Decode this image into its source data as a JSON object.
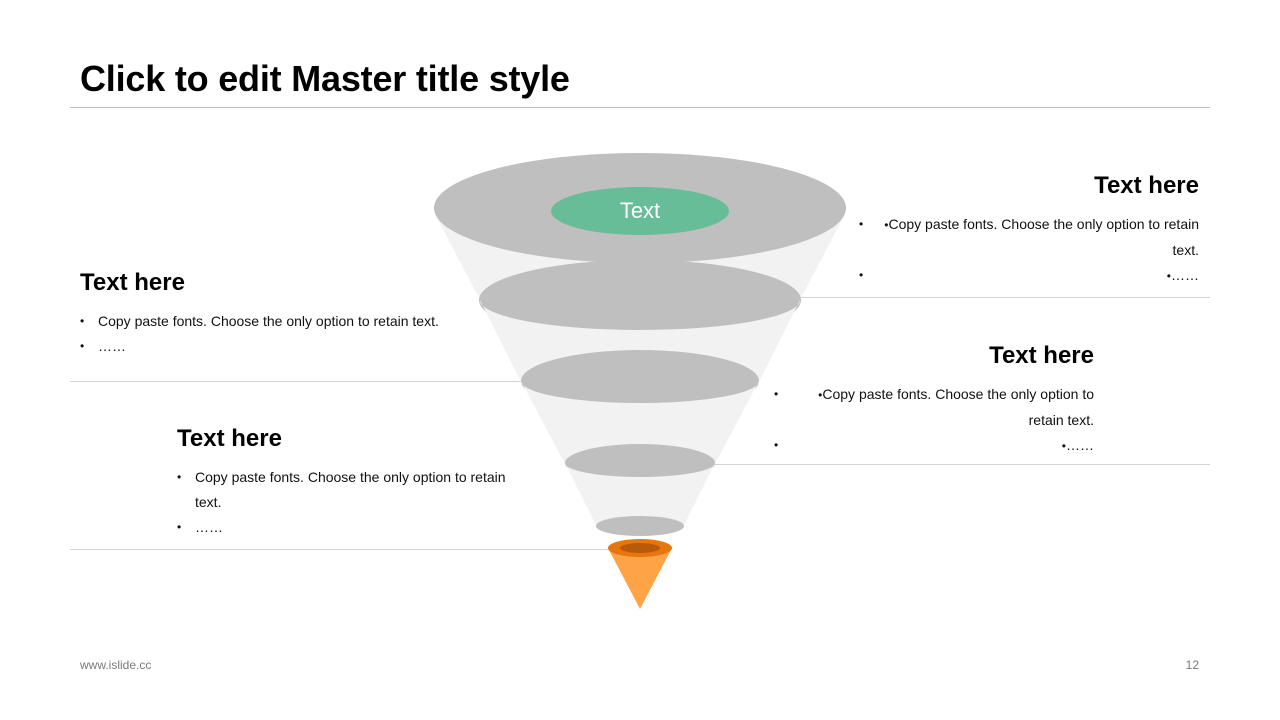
{
  "slide": {
    "title": "Click to edit Master title style",
    "footer_left": "www.islide.cc",
    "page_number": "12"
  },
  "funnel": {
    "center_label": "Text",
    "colors": {
      "rim": "#bfbfbf",
      "body": "#f2f2f2",
      "accent": "#66bd98",
      "accent_text": "#ffffff",
      "tip": "#ffa347",
      "tip_rim": "#e8760e",
      "tip_hole": "#b95a0a"
    }
  },
  "blocks": [
    {
      "heading": "Text here",
      "bullets": [
        "Copy paste fonts. Choose the only option to retain text.",
        "……"
      ]
    },
    {
      "heading": "Text here",
      "bullets": [
        "Copy paste fonts. Choose the only option to retain text.",
        "……"
      ]
    },
    {
      "heading": "Text here",
      "bullets": [
        "Copy paste fonts. Choose the only option to retain text.",
        "……"
      ]
    },
    {
      "heading": "Text here",
      "bullets": [
        "Copy paste fonts. Choose the only option to retain text.",
        "……"
      ]
    }
  ]
}
